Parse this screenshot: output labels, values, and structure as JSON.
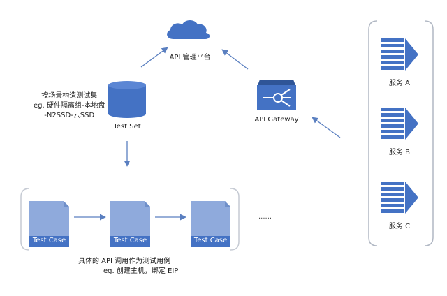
{
  "cloud": {
    "label": "API 管理平台"
  },
  "testset": {
    "label": "Test Set"
  },
  "scenario_note": {
    "line1": "按场景构造测试集",
    "line2": "eg. 硬件隔离组-本地盘",
    "line3": "-N2SSD-云SSD"
  },
  "gateway": {
    "label": "API Gateway"
  },
  "services": [
    {
      "label": "服务 A"
    },
    {
      "label": "服务 B"
    },
    {
      "label": "服务 C"
    }
  ],
  "testcases": [
    {
      "label": "Test Case"
    },
    {
      "label": "Test Case"
    },
    {
      "label": "Test Case"
    }
  ],
  "ellipsis": "......",
  "api_note": {
    "line1": "具体的 API 调用作为测试用例",
    "line2": "eg. 创建主机，绑定 EIP"
  },
  "colors": {
    "blue": "#4472c4",
    "light_blue": "#8faadc",
    "arrow": "#5a7fc0",
    "bracket": "#b0b7c3"
  }
}
